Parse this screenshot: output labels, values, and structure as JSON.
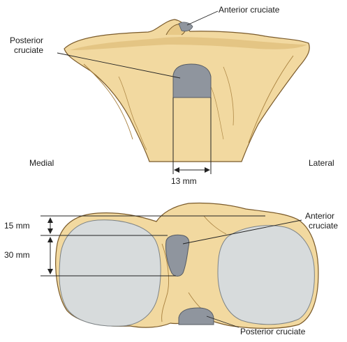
{
  "top_view": {
    "anterior_label": "Anterior cruciate",
    "posterior_label_line1": "Posterior",
    "posterior_label_line2": "cruciate",
    "medial_label": "Medial",
    "lateral_label": "Lateral",
    "width_dimension": "13 mm"
  },
  "bottom_view": {
    "upper_dimension": "15 mm",
    "lower_dimension": "30 mm",
    "anterior_label_line1": "Anterior",
    "anterior_label_line2": "cruciate",
    "posterior_label": "Posterior cruciate"
  },
  "colors": {
    "bone_fill": "#f2d9a0",
    "bone_shadow": "#d9b56e",
    "bone_outline": "#7a5a2a",
    "ligament_fill": "#8f959e",
    "cartilage_fill": "#d7dbdc"
  }
}
